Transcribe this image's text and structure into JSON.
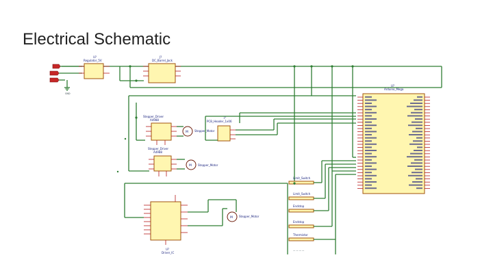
{
  "slide": {
    "title": "Electrical Schematic"
  },
  "colors": {
    "wire": "#2e7d32",
    "component_body": "#fff6b0",
    "component_outline": "#a1520b",
    "power_flag": "#c62828",
    "label": "#1a237e"
  },
  "labels": {
    "reg_ref": "U?",
    "reg_value": "Regulator_5V",
    "dc_jack_ref": "J?",
    "dc_jack_value": "DC_Barrel_Jack",
    "driver1_name": "Stepper_Driver",
    "driver1_value": "A4988",
    "driver2_name": "Stepper_Driver",
    "driver2_value": "A4988",
    "motor1_value": "Stepper_Motor",
    "motor2_value": "Stepper_Motor",
    "motor3_value": "Stepper_Motor",
    "conn_ref": "J?",
    "conn_value": "PCB_Header_1x06",
    "big_ic_ref": "U?",
    "big_ic_value": "Driver_IC",
    "mcu_ref": "U?",
    "mcu_value": "Arduino_Mega",
    "gnd_label": "GND",
    "hdr1": "Limit_Switch",
    "hdr2": "Limit_Switch",
    "hdr3": "Endstop",
    "hdr4": "Endstop",
    "hdr5": "Thermistor"
  }
}
